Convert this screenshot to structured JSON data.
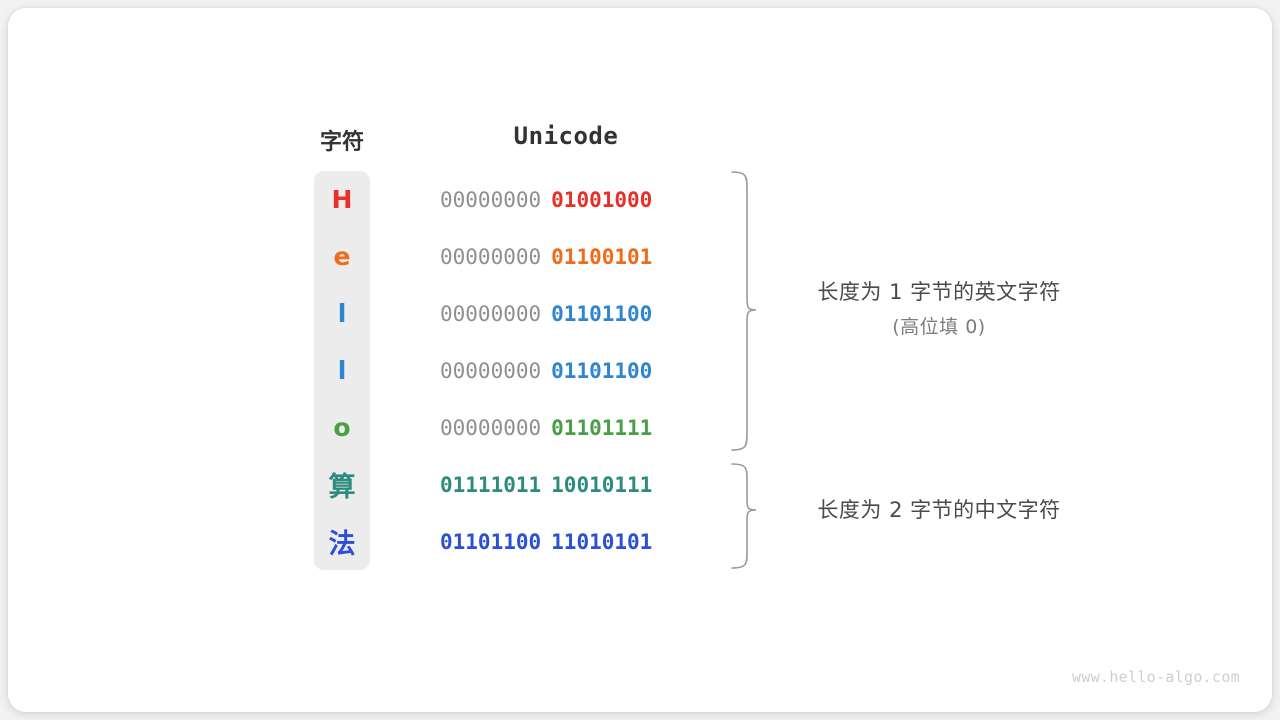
{
  "figure": {
    "headers": {
      "char": "字符",
      "unicode": "Unicode"
    },
    "rows": [
      {
        "char": "H",
        "color": "#E8302A",
        "high": "00000000",
        "low": "01001000",
        "high_bold": false,
        "cjk": false
      },
      {
        "char": "e",
        "color": "#EF6C1A",
        "high": "00000000",
        "low": "01100101",
        "high_bold": false,
        "cjk": false
      },
      {
        "char": "l",
        "color": "#2E86D0",
        "high": "00000000",
        "low": "01101100",
        "high_bold": false,
        "cjk": false
      },
      {
        "char": "l",
        "color": "#2E86D0",
        "high": "00000000",
        "low": "01101100",
        "high_bold": false,
        "cjk": false
      },
      {
        "char": "o",
        "color": "#4A9E45",
        "high": "00000000",
        "low": "01101111",
        "high_bold": false,
        "cjk": false
      },
      {
        "char": "算",
        "color": "#2E8B7F",
        "high": "01111011",
        "low": "10010111",
        "high_bold": true,
        "cjk": true
      },
      {
        "char": "法",
        "color": "#2B4FD6",
        "high": "01101100",
        "low": "11010101",
        "high_bold": true,
        "cjk": true
      }
    ],
    "annotations": [
      {
        "line1": "长度为 1 字节的英文字符",
        "line2": "(高位填 0)"
      },
      {
        "line1": "长度为 2 字节的中文字符",
        "line2": ""
      }
    ],
    "watermark": "www.hello-algo.com",
    "colors": {
      "column_background": "#ececec",
      "high_bits_gray": "#8f8f8f",
      "brace": "#9a9a9a",
      "card_background": "#ffffff",
      "page_background": "#f2f2f2"
    }
  }
}
